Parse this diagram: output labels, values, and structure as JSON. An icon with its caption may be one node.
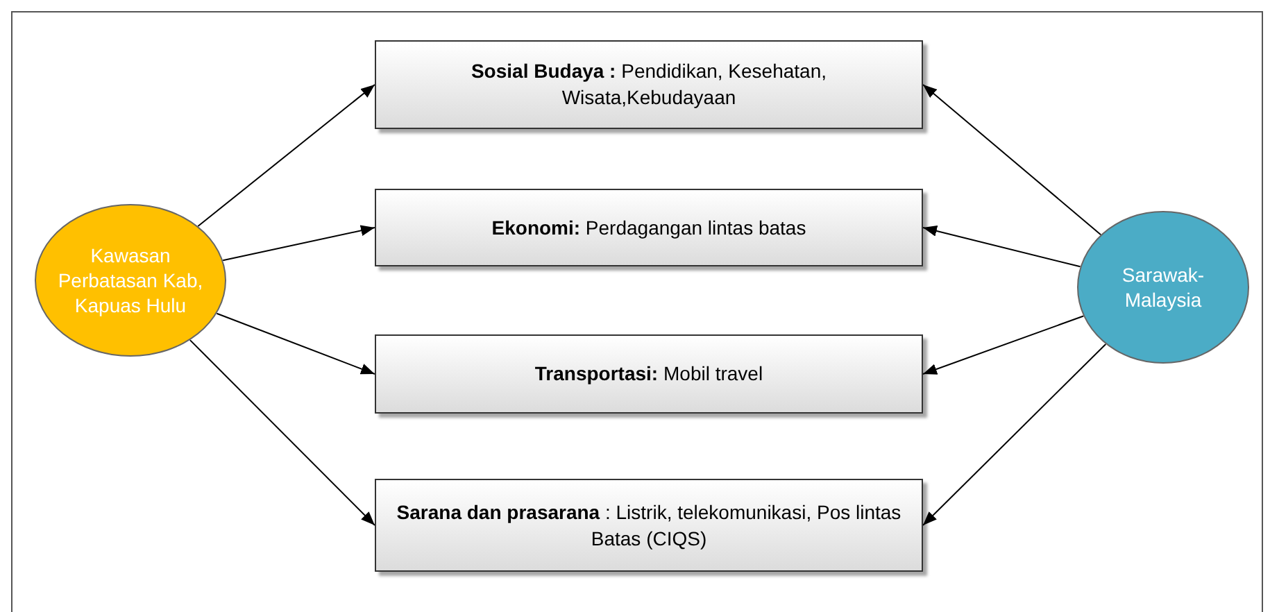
{
  "diagram": {
    "nodes": [
      {
        "text": [
          "Kawasan Perbatasan Kab, Kapuas Hulu"
        ]
      },
      {
        "text": [
          "**Sosial Budaya :** Pendidikan, Kesehatan, Wisata,Kebudayaan"
        ]
      },
      {
        "text": [
          "**Ekonomi:** Perdagangan lintas batas"
        ]
      },
      {
        "text": [
          "**Transportasi:** Mobil travel"
        ]
      },
      {
        "text": [
          "**Sarana dan prasarana** : Listrik, telekomunikasi, Pos lintas Batas (CIQS)"
        ]
      },
      {
        "text": [
          "Sarawak-Malaysia"
        ]
      }
    ],
    "edges": [
      {
        "from": 0,
        "to": 1,
        "arrow": "to"
      },
      {
        "from": 0,
        "to": 2,
        "arrow": "to"
      },
      {
        "from": 0,
        "to": 3,
        "arrow": "to"
      },
      {
        "from": 0,
        "to": 4,
        "arrow": "to"
      },
      {
        "from": 5,
        "to": 1,
        "arrow": "to"
      },
      {
        "from": 5,
        "to": 2,
        "arrow": "to"
      },
      {
        "from": 5,
        "to": 3,
        "arrow": "to"
      },
      {
        "from": 5,
        "to": 4,
        "arrow": "to"
      }
    ]
  }
}
